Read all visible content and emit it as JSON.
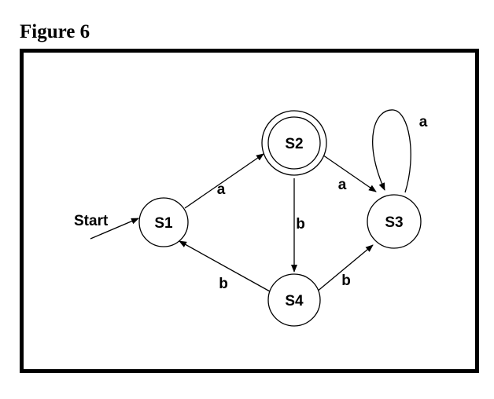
{
  "figure": {
    "title": "Figure 6"
  },
  "automaton": {
    "start_label": "Start",
    "states": [
      {
        "id": "S1",
        "label": "S1",
        "accepting": false,
        "initial": true
      },
      {
        "id": "S2",
        "label": "S2",
        "accepting": true,
        "initial": false
      },
      {
        "id": "S3",
        "label": "S3",
        "accepting": false,
        "initial": false
      },
      {
        "id": "S4",
        "label": "S4",
        "accepting": false,
        "initial": false
      }
    ],
    "transitions": [
      {
        "from": "S1",
        "to": "S2",
        "label": "a"
      },
      {
        "from": "S2",
        "to": "S3",
        "label": "a"
      },
      {
        "from": "S2",
        "to": "S4",
        "label": "b"
      },
      {
        "from": "S4",
        "to": "S1",
        "label": "b"
      },
      {
        "from": "S4",
        "to": "S3",
        "label": "b"
      },
      {
        "from": "S3",
        "to": "S3",
        "label": "a"
      }
    ],
    "colors": {
      "stroke": "#000000",
      "fill": "#ffffff"
    }
  }
}
